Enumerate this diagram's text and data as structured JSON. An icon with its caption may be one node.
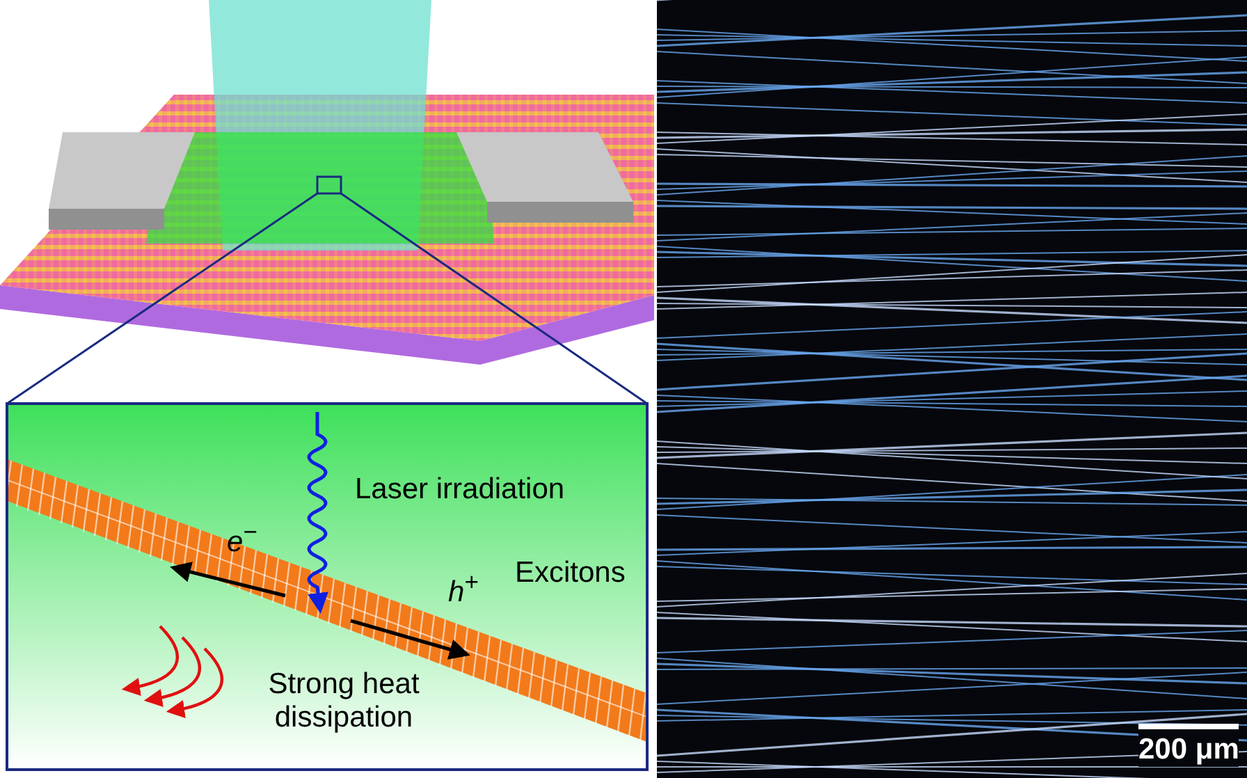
{
  "diagram": {
    "labels": [
      "Laser irradiation",
      "*e*$^{−}$",
      "Excitons",
      "*h*$^{+}$",
      "Strong heat dissipation",
      "200 μm"
    ]
  }
}
